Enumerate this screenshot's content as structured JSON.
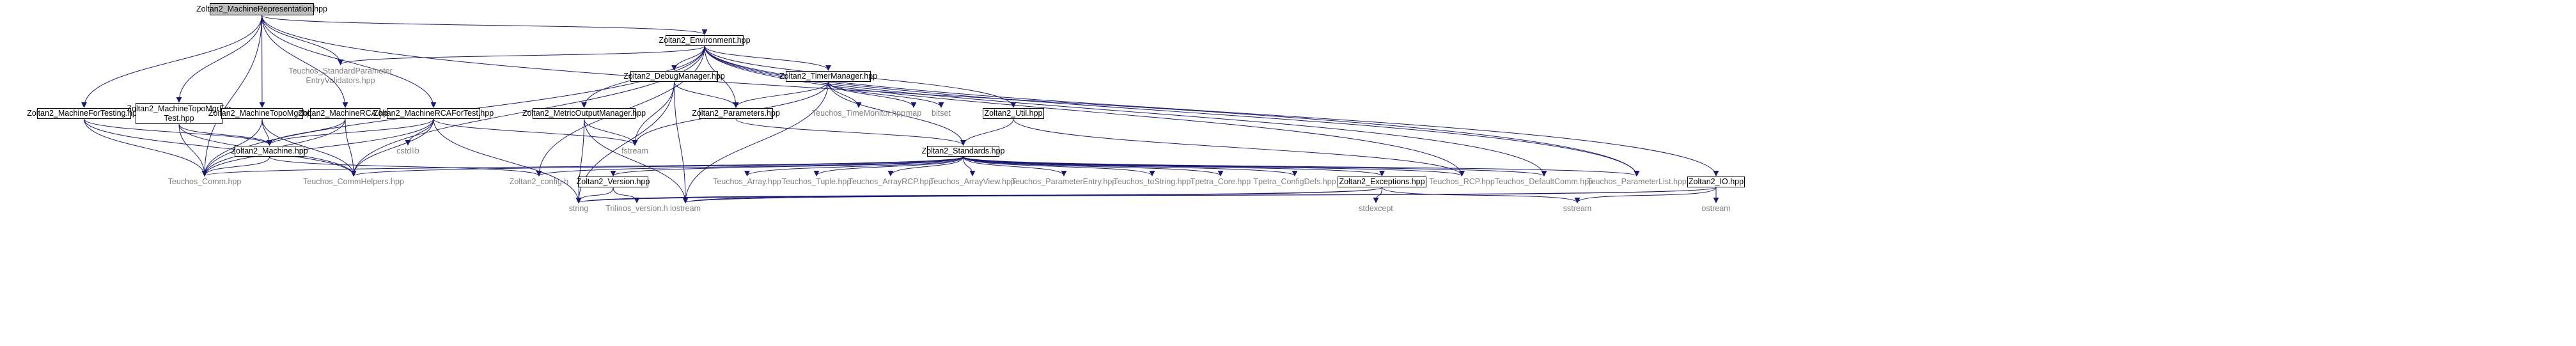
{
  "diagram": {
    "colors": {
      "edge": "#191970",
      "root_fill": "#bfbfbf",
      "box_border": "#000000",
      "system_text": "#808080"
    },
    "nodes": {
      "root": "Zoltan2_MachineRepresentation.hpp",
      "environment": "Zoltan2_Environment.hpp",
      "std_param_validators": "Teuchos_StandardParameter\nEntryValidators.hpp",
      "debug_manager": "Zoltan2_DebugManager.hpp",
      "time_manager": "Zoltan2_TimerManager.hpp",
      "machine_for_testing": "Zoltan2_MachineForTesting.hpp",
      "machine_topo_mgr_for_test": "Zoltan2_MachineTopoMgrFor\nTest.hpp",
      "machine_topo_mgr": "Zoltan2_MachineTopoMgr.hpp",
      "machine_rca": "Zoltan2_MachineRCA.hpp",
      "machine_rca_for_test": "Zoltan2_MachineRCAForTest.hpp",
      "metric_output_manager": "Zoltan2_MetricOutputManager.hpp",
      "parameters": "Zoltan2_Parameters.hpp",
      "time_monitor": "Teuchos_TimeMonitor.hpp",
      "map": "map",
      "bitset": "bitset",
      "util": "Zoltan2_Util.hpp",
      "machine": "Zoltan2_Machine.hpp",
      "cstdlib": "cstdlib",
      "fstream": "fstream",
      "standards": "Zoltan2_Standards.hpp",
      "comm": "Teuchos_Comm.hpp",
      "comm_helpers": "Teuchos_CommHelpers.hpp",
      "config": "Zoltan2_config.h",
      "version": "Zoltan2_Version.hpp",
      "array": "Teuchos_Array.hpp",
      "tuple": "Teuchos_Tuple.hpp",
      "array_rcp": "Teuchos_ArrayRCP.hpp",
      "array_view": "Teuchos_ArrayView.hpp",
      "parameter_entry": "Teuchos_ParameterEntry.hpp",
      "to_string": "Teuchos_toString.hpp",
      "tpetra_core": "Tpetra_Core.hpp",
      "tpetra_config_defs": "Tpetra_ConfigDefs.hpp",
      "exceptions": "Zoltan2_Exceptions.hpp",
      "rcp": "Teuchos_RCP.hpp",
      "default_comm": "Teuchos_DefaultComm.hpp",
      "parameter_list": "Teuchos_ParameterList.hpp",
      "io": "Zoltan2_IO.hpp",
      "string": "string",
      "trilinos_version": "Trilinos_version.h",
      "iostream": "iostream",
      "stdexcept": "stdexcept",
      "sstream": "sstream",
      "ostream": "ostream"
    }
  }
}
